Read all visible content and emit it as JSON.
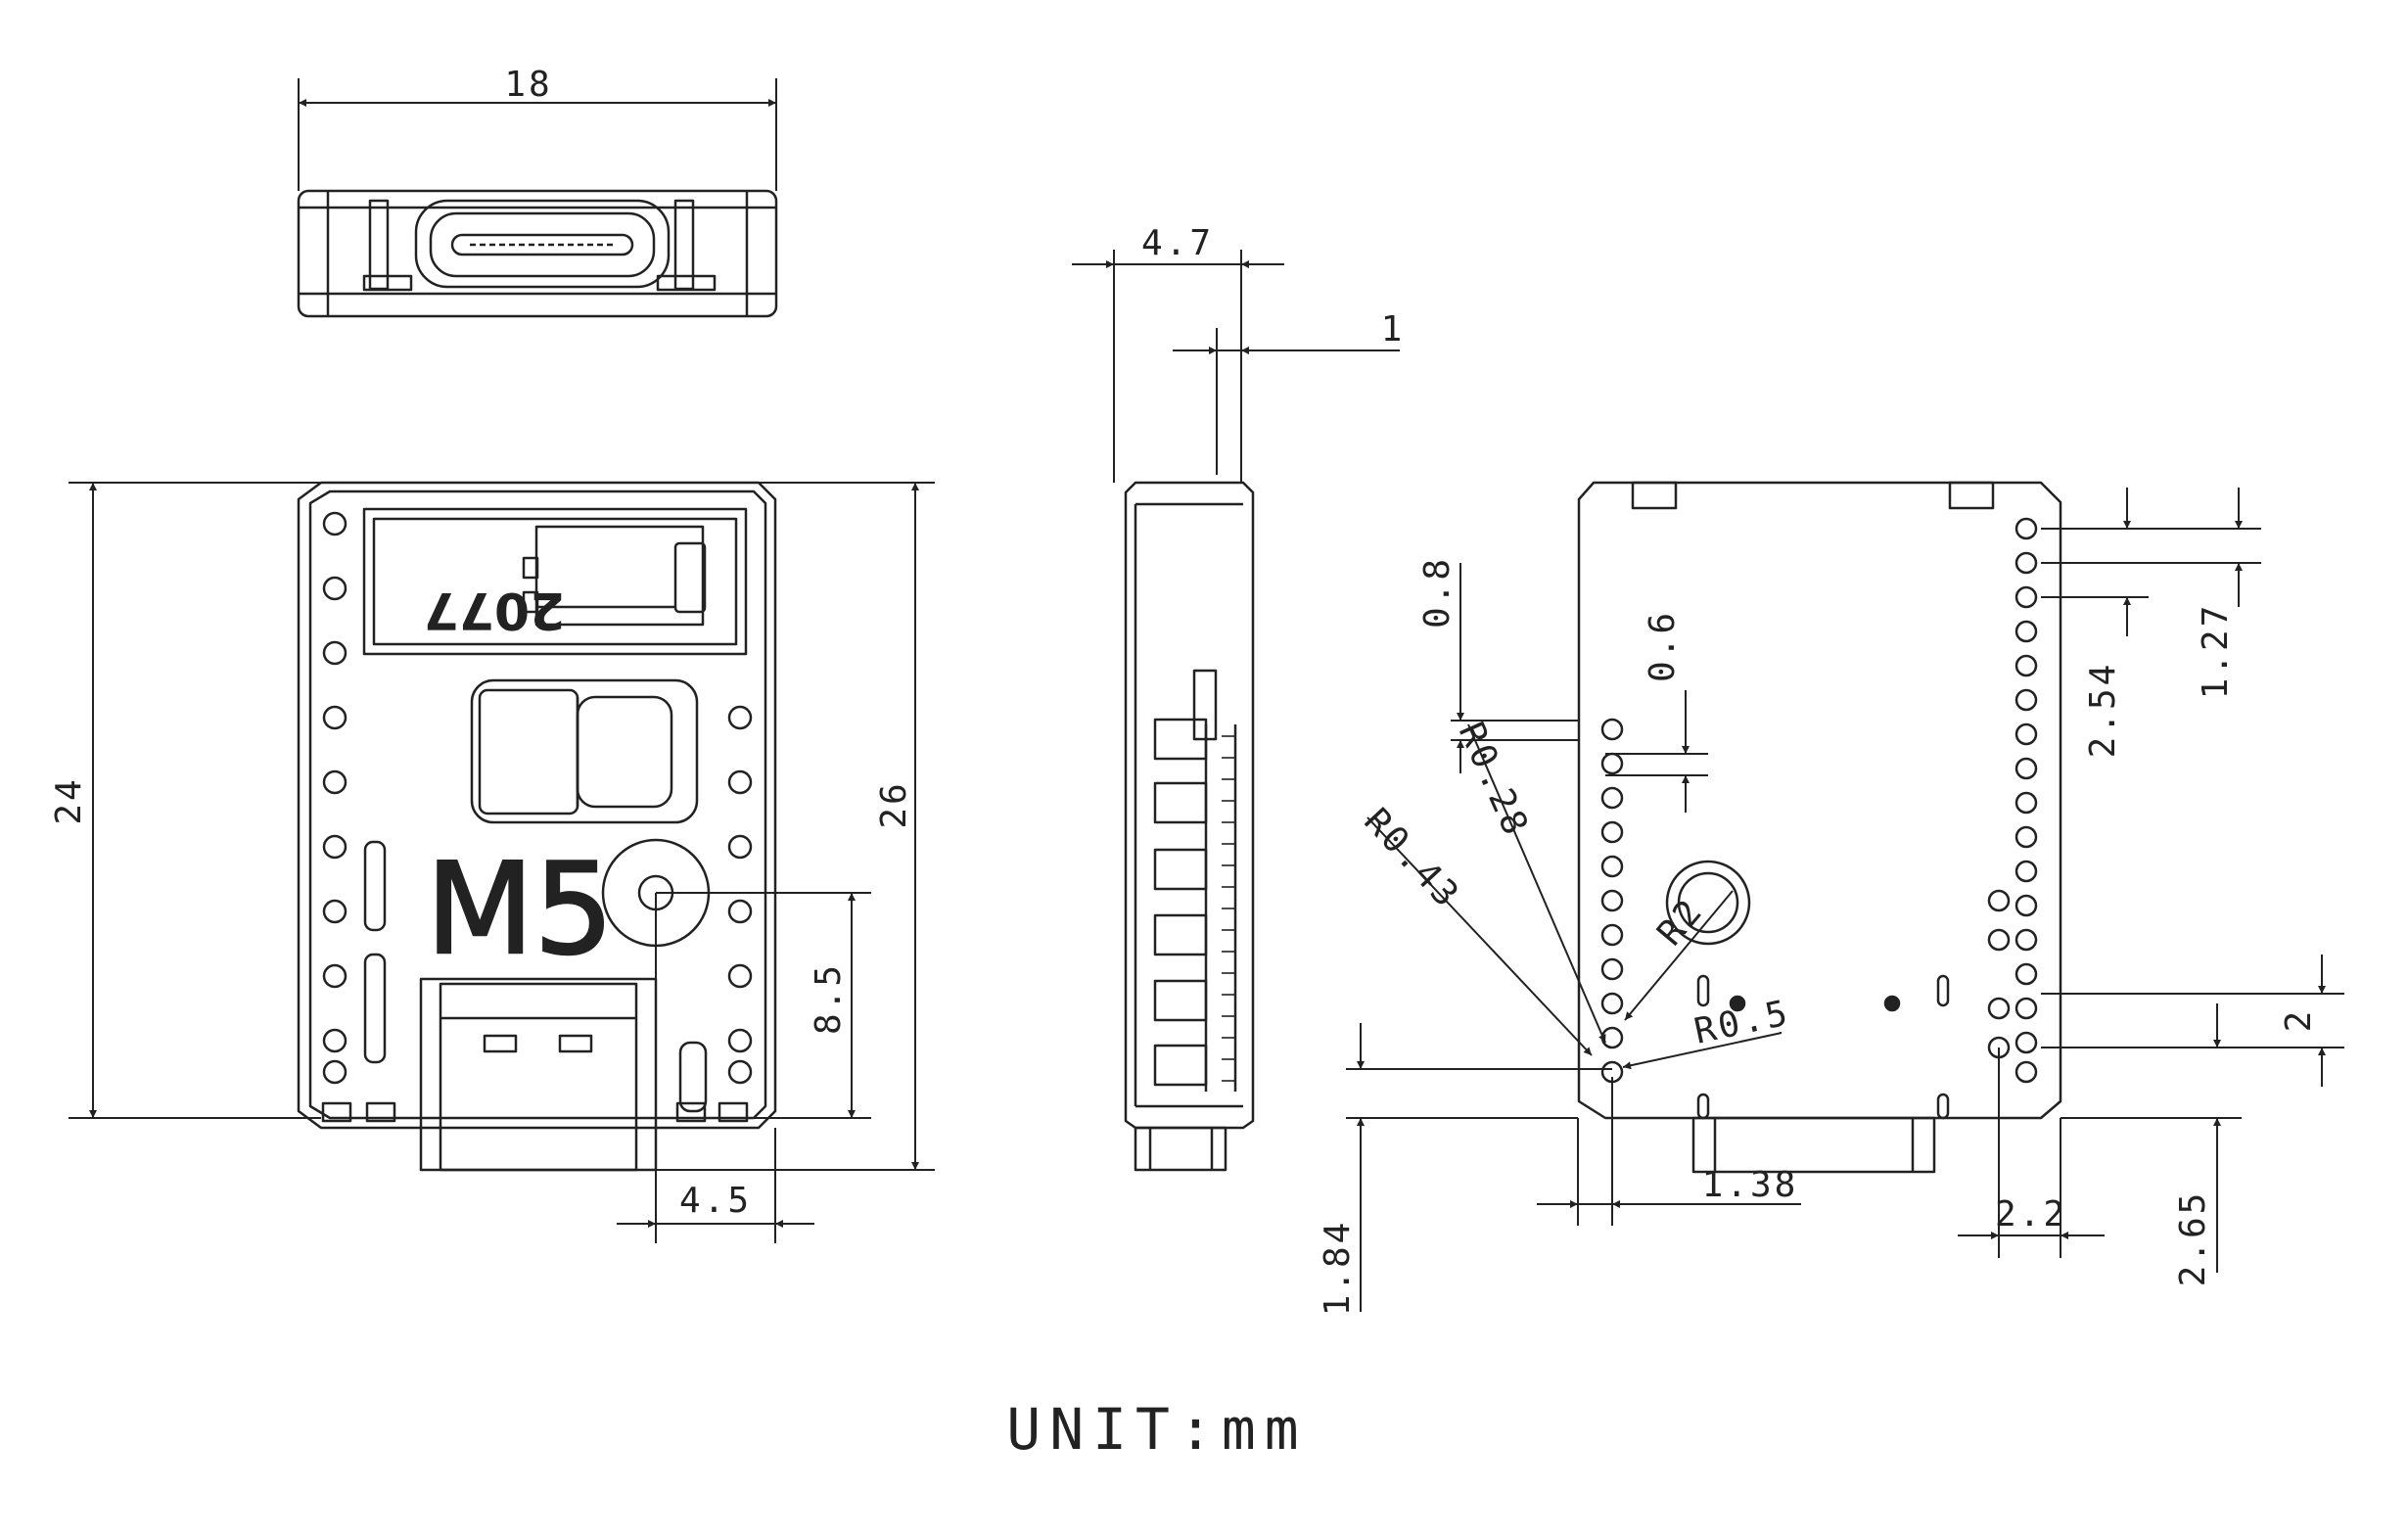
{
  "drawing": {
    "unit_label": "UNIT:mm",
    "line_color": "#222222",
    "board": {
      "logo": "M5",
      "chip_marking": "2077"
    },
    "top_view": {
      "width": "18"
    },
    "front_view": {
      "height_body": "24",
      "height_total": "26",
      "hole_offset_y": "8.5",
      "hole_offset_x": "4.5"
    },
    "side_view": {
      "thickness": "4.7",
      "bottom_thickness": "1"
    },
    "bottom_view": {
      "pad_inset": "0.8",
      "pad_gap": "0.6",
      "corner_radius_small": "R0.28",
      "corner_radius_large": "R0.43",
      "mount_radius": "R2",
      "pad_radius": "R0.5",
      "pin_pitch": "2.54",
      "pin_offset": "1.27",
      "edge_offset_x": "1.38",
      "edge_offset_y": "1.84",
      "row_pitch": "2",
      "pad_spacing": "2.2",
      "bottom_pad_offset": "2.65"
    }
  }
}
